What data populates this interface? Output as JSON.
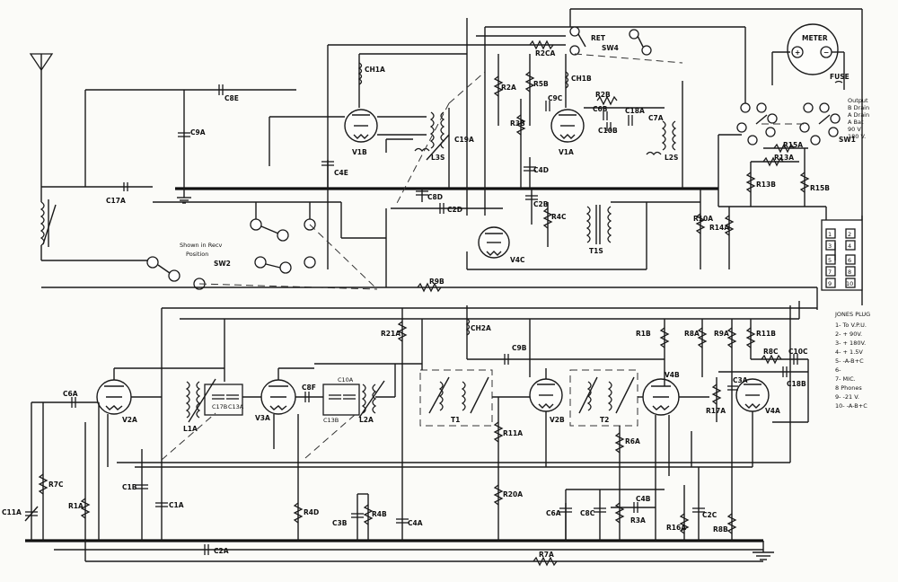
{
  "labels": {
    "antenna_switch": "SW2",
    "shown_in_recv_1": "Shown in Recv",
    "shown_in_recv_2": "Position",
    "meter": "METER",
    "meter_plus": "+",
    "meter_minus": "−",
    "fuse": "FUSE",
    "ret_sw4_1": "RET",
    "ret_sw4_2": "SW4",
    "sw1": "SW1",
    "sw1_positions": [
      "Output",
      "B Drain",
      "A Drain",
      "A Bat",
      "90 V",
      "180 V."
    ],
    "jones_title": "JONES PLUG",
    "jones_pins": [
      "1- To V.P.U.",
      "2- + 90V.",
      "3- + 180V.",
      "4- + 1.5V",
      "5- -A-B+C",
      "6-",
      "7- MIC.",
      "8 Phones",
      "9- -21 V.",
      "10- -A-B+C"
    ],
    "jones_pin_numbers": [
      "1",
      "2",
      "3",
      "4",
      "5",
      "6",
      "7",
      "8",
      "9",
      "10"
    ]
  },
  "components": {
    "C8E": "C8E",
    "C9A": "C9A",
    "CH1A": "CH1A",
    "R2A_top": "R2A",
    "R2C": "R2CA",
    "R4B": "R4B",
    "R5B": "R5B",
    "CH1B": "CH1B",
    "C9C": "C9C",
    "R2B": "R2B",
    "C6B": "C6B",
    "C18A": "C18A",
    "C7A": "C7A",
    "C10B": "C10B",
    "R3B": "R3B",
    "V1B": "V1B",
    "V1A": "V1A",
    "C19A": "C19A",
    "L3S": "L3S",
    "L2S": "L2S",
    "C4E": "C4E",
    "C4D": "C4D",
    "C17A": "C17A",
    "C8D": "C8D",
    "C2D": "C2D",
    "C2B": "C2B",
    "R4C": "R4C",
    "V4C": "V4C",
    "T1S": "T1S",
    "R10A": "R10A",
    "R14A": "R14A",
    "R13B": "R13B",
    "R15B": "R15B",
    "R13A": "R13A",
    "R15A": "R15A",
    "R9B": "R9B",
    "R21A": "R21A",
    "CH2A": "CH2A",
    "C9B": "C9B",
    "R1B": "R1B",
    "R8A": "R8A",
    "R9A": "R9A",
    "R11B": "R11B",
    "R8C": "R8C",
    "C10C": "C10C",
    "C18B": "C18B",
    "V4B": "V4B",
    "C3A": "C3A",
    "V4A": "V4A",
    "R17A": "R17A",
    "C6A": "C6A",
    "V2A": "V2A",
    "L1A": "L1A",
    "C17B": "C17B",
    "C13A": "C13A",
    "V3A": "V3A",
    "C8F": "C8F",
    "C10A": "C10A",
    "C13B": "C13B",
    "L2A": "L2A",
    "T1": "T1",
    "V2B": "V2B",
    "T2": "T2",
    "R6A": "R6A",
    "C11A": "C11A",
    "R7C": "R7C",
    "R1A": "R1A",
    "C1B": "C1B",
    "C1A": "C1A",
    "R4D": "R4D",
    "C3B": "C3B",
    "R4B_low": "R4B",
    "C4A": "C4A",
    "R11A": "R11A",
    "R20A": "R20A",
    "C6A_low": "C6A",
    "C8C": "C8C",
    "C4B": "C4B",
    "R3A": "R3A",
    "R16A": "R16A",
    "C2C": "C2C",
    "R8B": "R8B",
    "C2A": "C2A",
    "R7A": "R7A"
  }
}
